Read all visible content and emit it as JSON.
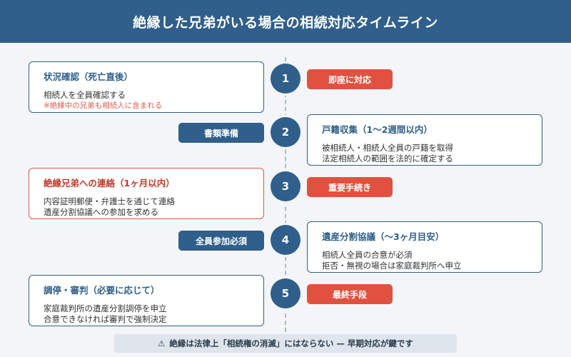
{
  "title": "絶縁した兄弟がいる場合の相続対応タイムライン",
  "steps": [
    {
      "number": "1",
      "title": "状況確認（死亡直後）",
      "line1": "相続人を全員確認する",
      "line2": "※絶縁中の兄弟も相続人に含まれる",
      "tag": "即座に対応"
    },
    {
      "number": "2",
      "title": "戸籍収集（1〜2週間以内）",
      "line1": "被相続人・相続人全員の戸籍を取得",
      "line2": "法定相続人の範囲を法的に確定する",
      "tag": "書類準備"
    },
    {
      "number": "3",
      "title": "絶縁兄弟への連絡（1ヶ月以内）",
      "line1": "内容証明郵便・弁護士を通じて連絡",
      "line2": "遺産分割協議への参加を求める",
      "tag": "重要手続き"
    },
    {
      "number": "4",
      "title": "遺産分割協議（〜3ヶ月目安）",
      "line1": "相続人全員の合意が必須",
      "line2": "拒否・無視の場合は家庭裁判所へ申立",
      "tag": "全員参加必須"
    },
    {
      "number": "5",
      "title": "調停・審判（必要に応じて）",
      "line1": "家庭裁判所の遺産分割調停を申立",
      "line2": "合意できなければ審判で強制決定",
      "tag": "最終手段"
    }
  ],
  "footer": {
    "icon": "warning-icon",
    "text": "絶縁は法律上「相続権の消滅」にはならない — 早期対応が鍵です"
  },
  "colors": {
    "primary": "#2f5f8a",
    "accent_red": "#e0523f",
    "note_red": "#e05a4f",
    "background": "#f3f5f8"
  }
}
